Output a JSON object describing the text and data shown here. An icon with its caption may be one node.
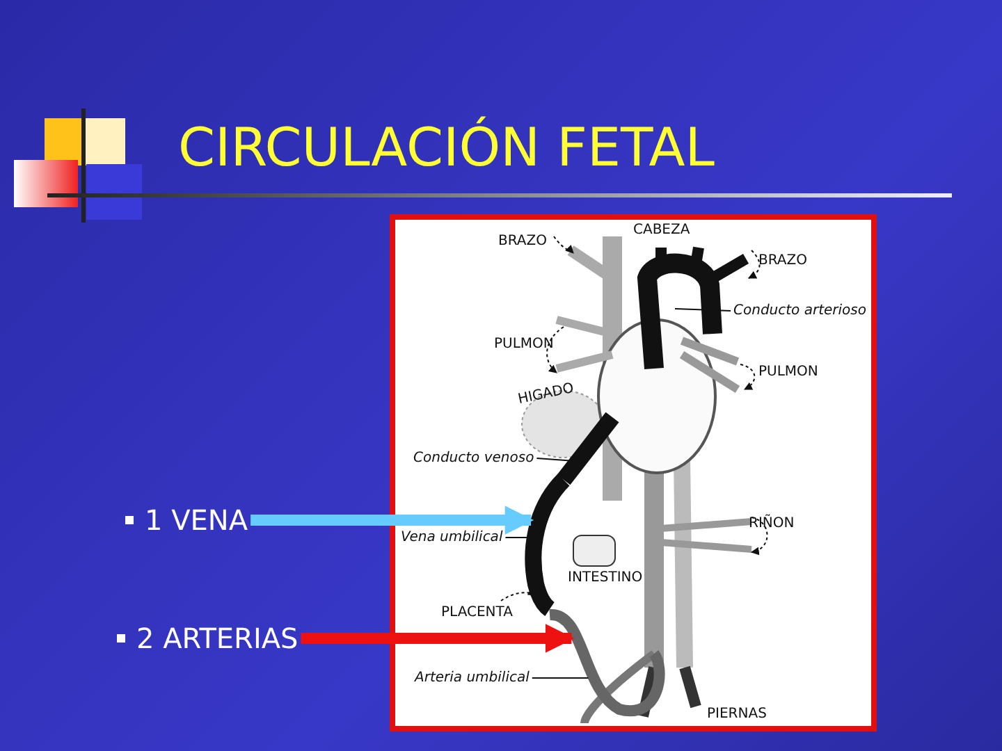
{
  "diagram": {
    "title": "CIRCULACIÓN FETAL",
    "nodes": [
      {
        "text": [
          "1 VENA"
        ]
      },
      {
        "text": [
          "2 ARTERIAS"
        ]
      },
      {
        "text": [],
        "shape": "picture"
      },
      {
        "text": [],
        "shape": "picture"
      },
      {
        "text": [
          "Conducto arterioso"
        ]
      },
      {
        "text": [
          "Conducto venoso"
        ]
      },
      {
        "text": [
          "Vena umbilical"
        ]
      },
      {
        "text": [
          "Arteria umbilical"
        ]
      }
    ],
    "edges": [
      {
        "from": 0,
        "to": 2,
        "arrow": "to",
        "style": "thick",
        "color": "#66ccff"
      },
      {
        "from": 1,
        "to": 3,
        "arrow": "to",
        "style": "thick",
        "color": "#ee1111"
      },
      {
        "from": 4,
        "to": null,
        "arrow": "none"
      },
      {
        "from": 5,
        "to": null,
        "arrow": "none"
      },
      {
        "from": 6,
        "to": 2,
        "arrow": "none"
      },
      {
        "from": 7,
        "to": 3,
        "arrow": "none"
      }
    ],
    "labels": [
      "CABEZA",
      "BRAZO",
      "BRAZO",
      "PULMON",
      "PULMON",
      "HIGADO",
      "RIÑON",
      "INTESTINO",
      "PLACENTA",
      "PIERNAS"
    ]
  }
}
